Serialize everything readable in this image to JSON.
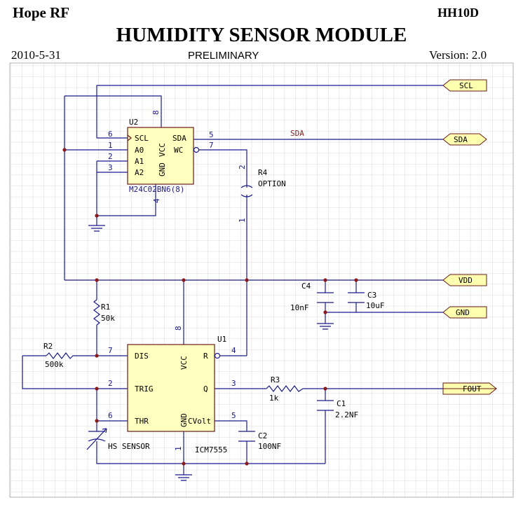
{
  "header": {
    "brand": "Hope RF",
    "part": "HH10D",
    "title": "HUMIDITY SENSOR MODULE",
    "date": "2010-5-31",
    "status": "PRELIMINARY",
    "version": "Version: 2.0"
  },
  "ports": {
    "scl": "SCL",
    "sda": "SDA",
    "vdd": "VDD",
    "gnd": "GND",
    "fout": "FOUT"
  },
  "u2": {
    "ref": "U2",
    "part": "M24C02BN6(8)",
    "pin_scl": "SCL",
    "pin_a0": "A0",
    "pin_a1": "A1",
    "pin_a2": "A2",
    "pin_sda": "SDA",
    "pin_wc": "WC",
    "pin_gnd": "GND",
    "pin_vcc": "VCC",
    "n6": "6",
    "n1": "1",
    "n2": "2",
    "n3": "3",
    "n5": "5",
    "n7": "7",
    "n8": "8",
    "n4": "4"
  },
  "net_sda": "SDA",
  "r4": {
    "ref": "R4",
    "value": "OPTION",
    "p2": "2",
    "p1": "1"
  },
  "c4": {
    "ref": "C4",
    "value": "10nF"
  },
  "c3": {
    "ref": "C3",
    "value": "10uF"
  },
  "r1": {
    "ref": "R1",
    "value": "50k"
  },
  "r2": {
    "ref": "R2",
    "value": "500k"
  },
  "u1": {
    "ref": "U1",
    "part": "ICM7555",
    "pin_dis": "DIS",
    "pin_trig": "TRIG",
    "pin_thr": "THR",
    "pin_vcc": "VCC",
    "pin_r": "R",
    "pin_q": "Q",
    "pin_gnd": "GND",
    "pin_cvolt": "CVolt",
    "n7": "7",
    "n2": "2",
    "n6": "6",
    "n8": "8",
    "n4": "4",
    "n3": "3",
    "n5": "5",
    "n1": "1"
  },
  "r3": {
    "ref": "R3",
    "value": "1k"
  },
  "c1": {
    "ref": "C1",
    "value": "2.2NF"
  },
  "c2": {
    "ref": "C2",
    "value": "100NF"
  },
  "sensor": {
    "label": "HS SENSOR"
  }
}
